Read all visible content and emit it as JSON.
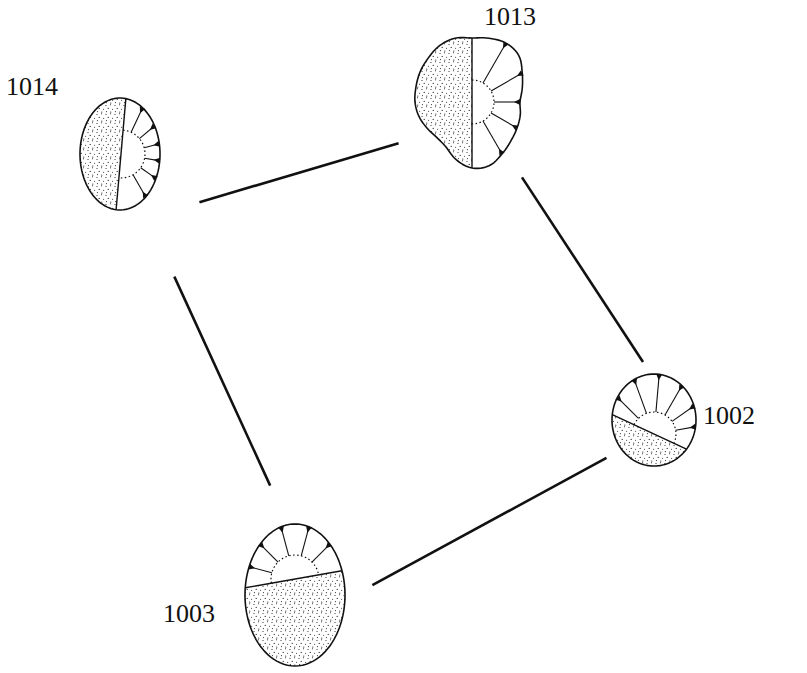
{
  "diagram": {
    "nodes": [
      {
        "text": [
          "1013"
        ]
      },
      {
        "text": [
          "1014"
        ]
      },
      {
        "text": [
          "1002"
        ]
      },
      {
        "text": [
          "1003"
        ]
      }
    ],
    "edges": [
      {
        "from": 1,
        "to": 0,
        "arrow": "none"
      },
      {
        "from": 0,
        "to": 2,
        "arrow": "none"
      },
      {
        "from": 2,
        "to": 3,
        "arrow": "none"
      },
      {
        "from": 1,
        "to": 3,
        "arrow": "none"
      }
    ]
  }
}
